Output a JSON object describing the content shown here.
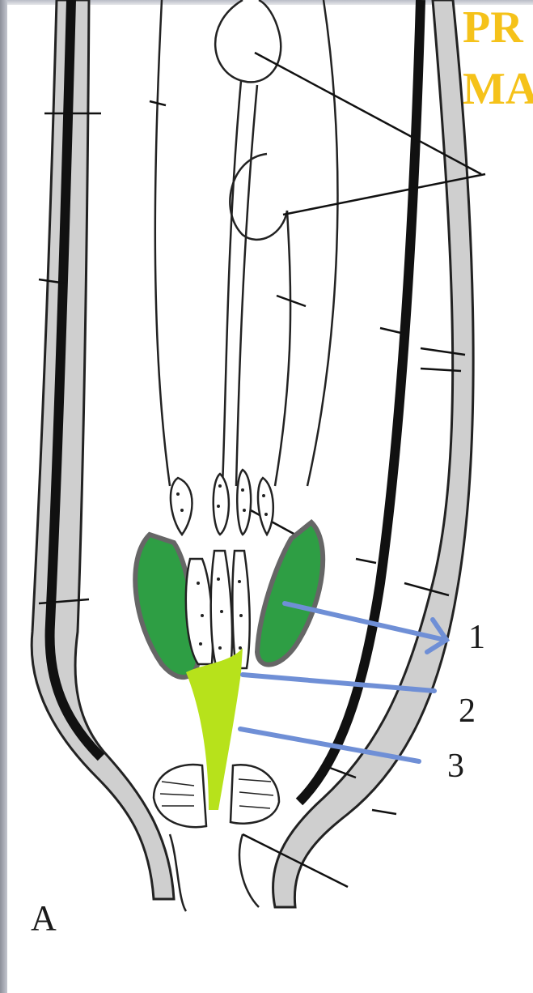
{
  "title": {
    "line1": "PR",
    "line2": "MA"
  },
  "labels": {
    "one": "1",
    "two": "2",
    "three": "3"
  },
  "panel_letter": "A",
  "colors": {
    "title": "#f5c21a",
    "anther_green": "#2e9e44",
    "filament_yellow_green": "#b7e21b",
    "pointer_blue": "#6f8fd6",
    "tissue_gray": "#c9c9c9"
  }
}
